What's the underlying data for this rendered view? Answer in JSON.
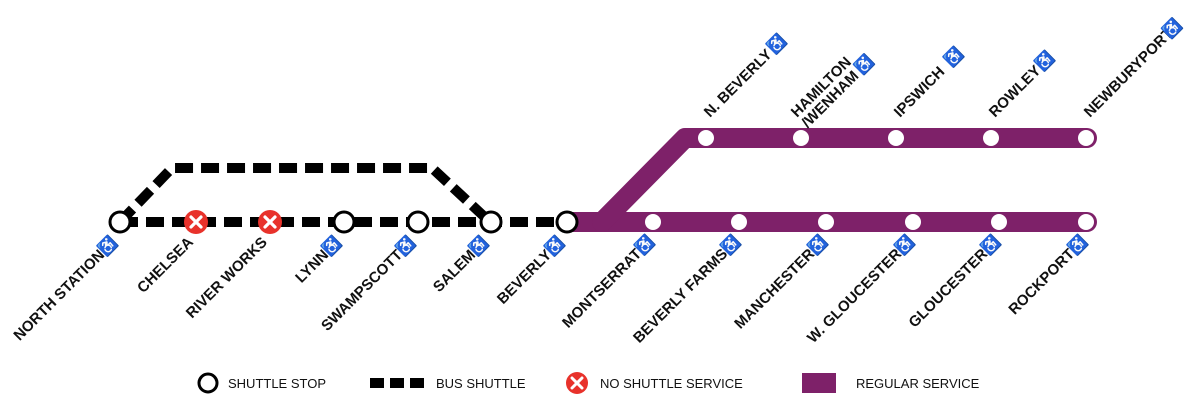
{
  "colors": {
    "regular_service": "#7e2169",
    "shuttle": "#000000",
    "no_service": "#e8322b",
    "stop_fill": "#ffffff"
  },
  "accessible_icon": "wheelchair-icon",
  "bus_shuttle_segment": [
    {
      "name": "NORTH STATION",
      "accessible": true,
      "no_shuttle": false,
      "label_side": "below"
    },
    {
      "name": "CHELSEA",
      "accessible": false,
      "no_shuttle": true,
      "label_side": "below"
    },
    {
      "name": "RIVER WORKS",
      "accessible": false,
      "no_shuttle": true,
      "label_side": "below"
    },
    {
      "name": "LYNN",
      "accessible": true,
      "no_shuttle": false,
      "label_side": "below"
    },
    {
      "name": "SWAMPSCOTT",
      "accessible": true,
      "no_shuttle": false,
      "label_side": "below"
    },
    {
      "name": "SALEM",
      "accessible": true,
      "no_shuttle": false,
      "label_side": "below"
    },
    {
      "name": "BEVERLY",
      "accessible": true,
      "no_shuttle": false,
      "label_side": "below"
    }
  ],
  "newburyport_branch": [
    {
      "name": "N. BEVERLY",
      "accessible": true
    },
    {
      "name": "HAMILTON /WENHAM",
      "lines": [
        "HAMILTON",
        "/WENHAM"
      ],
      "accessible": true
    },
    {
      "name": "IPSWICH",
      "accessible": true
    },
    {
      "name": "ROWLEY",
      "accessible": true
    },
    {
      "name": "NEWBURYPORT",
      "accessible": true
    }
  ],
  "rockport_branch": [
    {
      "name": "MONTSERRAT",
      "accessible": true
    },
    {
      "name": "BEVERLY FARMS",
      "accessible": true
    },
    {
      "name": "MANCHESTER",
      "accessible": true
    },
    {
      "name": "W. GLOUCESTER",
      "accessible": true
    },
    {
      "name": "GLOUCESTER",
      "accessible": true
    },
    {
      "name": "ROCKPORT",
      "accessible": true
    }
  ],
  "legend": {
    "shuttle_stop": "SHUTTLE STOP",
    "bus_shuttle": "BUS SHUTTLE",
    "no_shuttle_service": "NO SHUTTLE SERVICE",
    "regular_service": "REGULAR SERVICE"
  }
}
